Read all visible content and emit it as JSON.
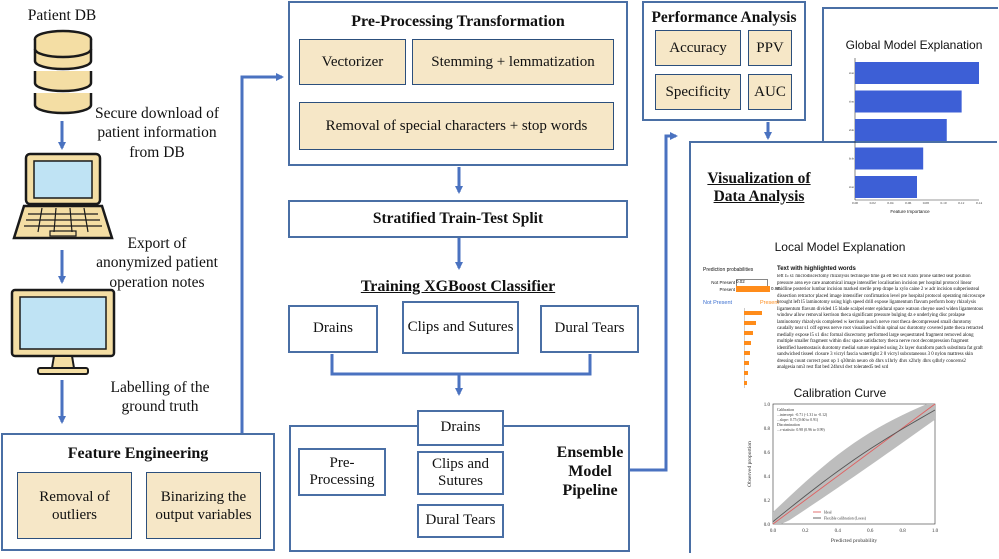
{
  "left_column": {
    "patient_db_label": "Patient DB",
    "step1": "Secure download of patient information from DB",
    "step2": "Export of anonymized patient operation notes",
    "step3": "Labelling of the ground truth"
  },
  "feature_engineering": {
    "title": "Feature Engineering",
    "items": [
      "Removal of outliers",
      "Binarizing the output variables"
    ]
  },
  "preprocessing": {
    "title": "Pre-Processing Transformation",
    "items": [
      "Vectorizer",
      "Stemming + lemmatization",
      "Removal of special characters + stop words"
    ]
  },
  "split": {
    "title": "Stratified Train-Test Split"
  },
  "training": {
    "title": "Training XGBoost Classifier",
    "classes": [
      "Drains",
      "Clips and Sutures",
      "Dural Tears"
    ]
  },
  "ensemble": {
    "preprocessing": "Pre-Processing",
    "models": [
      "Drains",
      "Clips and Sutures",
      "Dural Tears"
    ],
    "label": "Ensemble Model Pipeline"
  },
  "performance": {
    "title": "Performance Analysis",
    "metrics": [
      "Accuracy",
      "PPV",
      "Specificity",
      "AUC"
    ]
  },
  "visualization": {
    "title": "Visualization of Data Analysis",
    "global": {
      "title": "Global Model Explanation",
      "features": [
        "fusion",
        "instrumentation",
        "fluoride",
        "pedicle",
        "stabilization"
      ],
      "importance": [
        1.0,
        0.86,
        0.74,
        0.55,
        0.5
      ],
      "ticks": [
        "0.00",
        "0.02",
        "0.04",
        "0.06",
        "0.08",
        "0.10",
        "0.12",
        "0.14"
      ],
      "xlabel": "Feature Importance"
    },
    "local": {
      "title": "Local Model Explanation",
      "prob_title": "Prediction probabilities",
      "not_present_label": "Not Present",
      "not_present_value": "0.02",
      "present_label": "Present",
      "present_value": "0.98",
      "left_label": "Not Present",
      "right_label": "Present",
      "text_title": "Text with highlighted words",
      "text_body": "left l5 s1 microdiscectomy rhizolysis technique time ga ett ted scd ivabx prone sallted seat position pressure area eye care anatomical image intensifier localisation incision per hospital protocol linear midline posterior lumbar incision marked sterile prep drape la xylo caine 2 w adr incision subperiosteal dissection retractor placed image intensifier confirmation level pre hospital protocol operating microscope brought left l5 laminotomy using high speed drill expose ligamentum flavum perform bony rhizolysis ligamentum flavum divided 15 blade scalpel enter epidural space watson cheyne used widen ligamentous window allow removal kerrison theca significant pressure bulging dz e underlying disc prolapse laminotomy rhizolysis completed w kerrison punch nerve root theca decompressed small durotomy caudally near s1 cdf egress nerve root visualised within spinal sac durotomy covered patte theca retracted medially expose l5 s1 disc formal discectomy performed large sequestrated fragment removed along multiple smaller fragment within disc space satisfactory theca nerve root decompression fragment identified haemostasis durotomy medial suture repaired using 2x layer duraform patch substituta fat graft sandwiched tisseel closure 3 vicryl fascia watertight 2 0 vicryl subcutaneous 3 0 nylon mattress skin dressing count correct post op 1 q30min neuro ob 4hrs x1hrly 4hrs x2hrly 4hrs q4hrly concerns2 analgesia nm3 rest flat bed 24hrs4 dwt tolerated5 ted scd"
    },
    "calibration": {
      "title": "Calibration Curve",
      "xlabel": "Predicted probability",
      "ylabel": "Observed proportion",
      "ticks": [
        "0.0",
        "0.2",
        "0.4",
        "0.6",
        "0.8",
        "1.0"
      ],
      "legend": [
        "Ideal",
        "Flexible calibration (Loess)"
      ],
      "stats": [
        "Calibration",
        "...intercept: -0.71 (-1.31 to -0.12)",
        "...slope: 0.75 (0.60 to 0.91)",
        "Discrimination",
        "...c-statistic: 0.98 (0.96 to 0.99)"
      ]
    }
  },
  "colors": {
    "arrow": "#4a72c0",
    "panel_border": "#4a6fa5",
    "beige": "#f6e7c7",
    "bar": "#3d5fd6",
    "pipeline": "#efc8a3"
  }
}
